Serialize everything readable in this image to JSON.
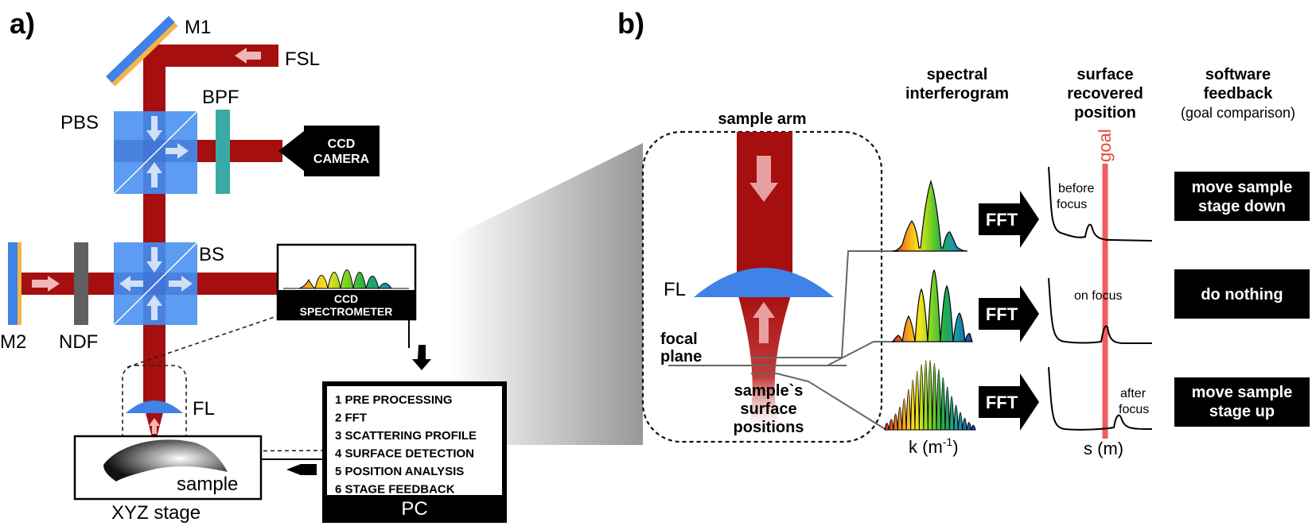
{
  "panel_a": {
    "label": "a)",
    "components": {
      "m1": "M1",
      "fsl": "FSL",
      "bpf": "BPF",
      "pbs": "PBS",
      "ccd_camera_line1": "CCD",
      "ccd_camera_line2": "CAMERA",
      "bs": "BS",
      "m2": "M2",
      "ndf": "NDF",
      "fl": "FL",
      "ccd_spectrometer_line1": "CCD",
      "ccd_spectrometer_line2": "SPECTROMETER",
      "sample": "sample",
      "xyz_stage": "XYZ stage",
      "pc": "PC"
    },
    "pc_steps": [
      "1 PRE PROCESSING",
      "2 FFT",
      "3 SCATTERING PROFILE",
      "4 SURFACE DETECTION",
      "5 POSITION ANALYSIS",
      "6 STAGE FEEDBACK"
    ]
  },
  "panel_b": {
    "label": "b)",
    "sample_arm": "sample arm",
    "fl": "FL",
    "focal_plane_line1": "focal",
    "focal_plane_line2": "plane",
    "surface_line1": "sample`s",
    "surface_line2": "surface",
    "surface_line3": "positions",
    "headers": {
      "spectral_line1": "spectral",
      "spectral_line2": "interferogram",
      "surface_line1": "surface",
      "surface_line2": "recovered",
      "surface_line3": "position",
      "software_line1": "software",
      "software_line2": "feedback",
      "software_line3": "(goal comparison)"
    },
    "goal": "goal",
    "fft": "FFT",
    "x_axis_spectral": "k (m",
    "x_axis_spectral_exp": "-1",
    "x_axis_spectral_close": ")",
    "x_axis_position": "s (m)",
    "rows": [
      {
        "state_line1": "before",
        "state_line2": "focus",
        "action_line1": "move sample",
        "action_line2": "stage down"
      },
      {
        "state_line1": "on focus",
        "state_line2": "",
        "action_line1": "do nothing",
        "action_line2": ""
      },
      {
        "state_line1": "after",
        "state_line2": "focus",
        "action_line1": "move sample",
        "action_line2": "stage up"
      }
    ]
  },
  "colors": {
    "beam": "#a50f0f",
    "optic_blue": "#3f82e8",
    "cube_blue": "#5c9cf2",
    "filter_teal": "#3aaaa6",
    "ndf_gray": "#606060",
    "goal_red": "#f25c5c"
  }
}
